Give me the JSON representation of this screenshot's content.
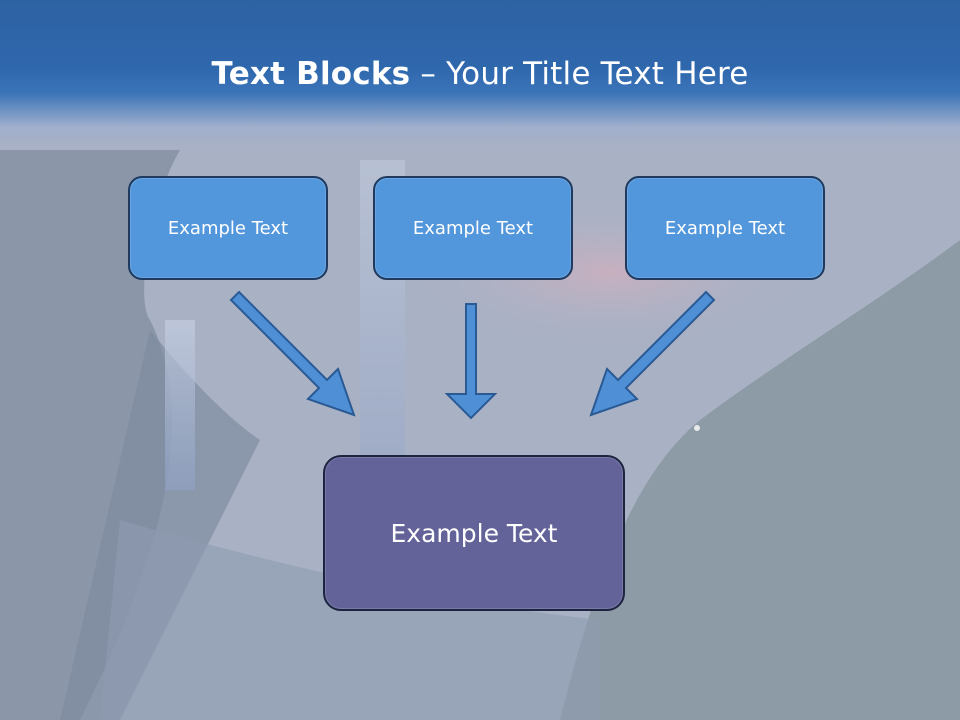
{
  "title": {
    "bold": "Text Blocks",
    "dash": " – ",
    "rest": "Your Title Text Here"
  },
  "blocks": [
    {
      "label": "Example Text"
    },
    {
      "label": "Example Text"
    },
    {
      "label": "Example Text"
    }
  ],
  "result": {
    "label": "Example Text"
  },
  "colors": {
    "header": "#2f67ad",
    "box": "#5296dc",
    "result_box": "#636399",
    "arrow": "#4f8fd6"
  }
}
